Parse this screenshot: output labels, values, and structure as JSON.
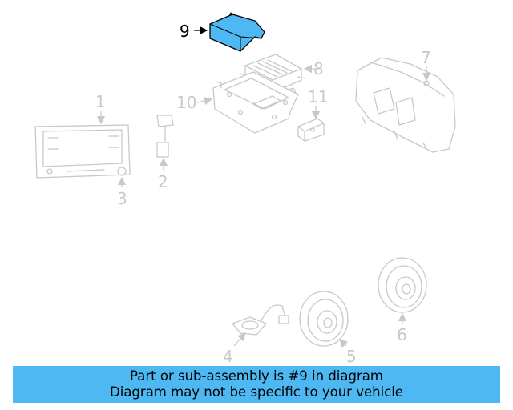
{
  "highlight_color": "#4db8f2",
  "inactive_color": "#c8c8c8",
  "callouts": [
    {
      "id": "1",
      "label": "1"
    },
    {
      "id": "2",
      "label": "2"
    },
    {
      "id": "3",
      "label": "3"
    },
    {
      "id": "4",
      "label": "4"
    },
    {
      "id": "5",
      "label": "5"
    },
    {
      "id": "6",
      "label": "6"
    },
    {
      "id": "7",
      "label": "7"
    },
    {
      "id": "8",
      "label": "8"
    },
    {
      "id": "9",
      "label": "9",
      "highlighted": true
    },
    {
      "id": "10",
      "label": "10"
    },
    {
      "id": "11",
      "label": "11"
    }
  ],
  "banner": {
    "line1": "Part or sub-assembly is #9 in diagram",
    "line2": "Diagram may not be specific to your vehicle"
  }
}
